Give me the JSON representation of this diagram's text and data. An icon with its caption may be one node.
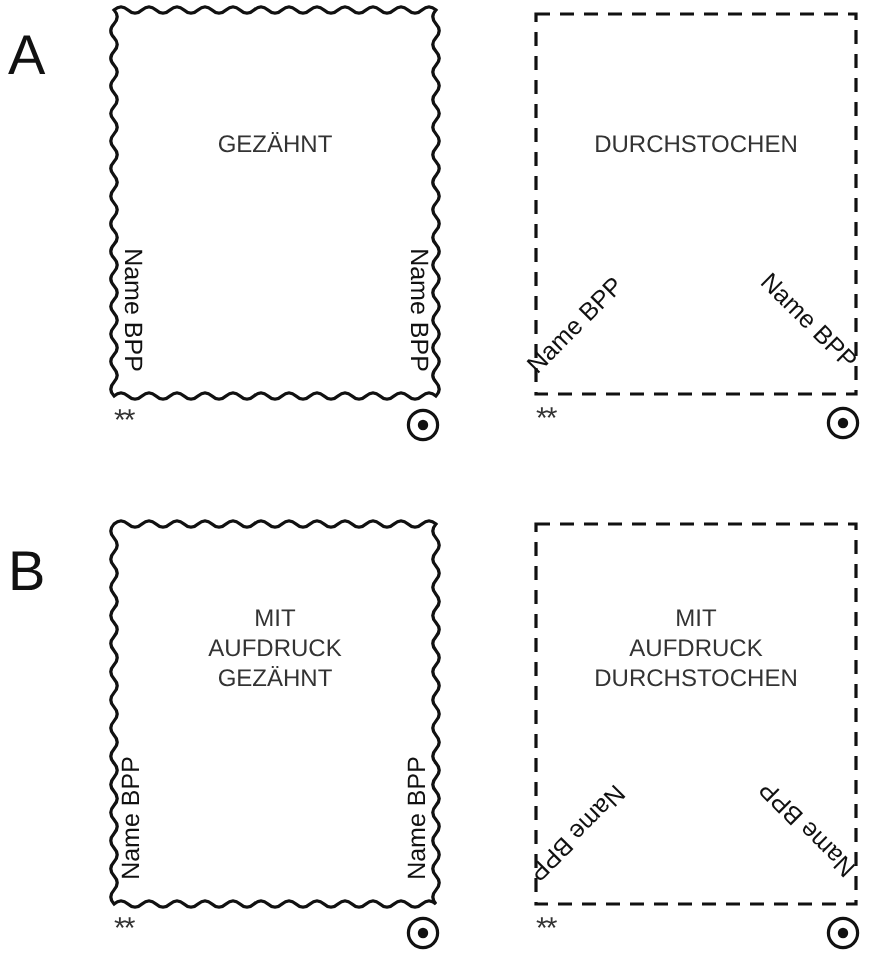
{
  "diagram": {
    "nodes": [
      {
        "text": [
          "GEZÄHNT",
          "Name BPP",
          "Name BPP"
        ],
        "beside": [
          "**"
        ]
      },
      {
        "text": [
          "DURCHSTOCHEN",
          "Name BPP",
          "Name BPP"
        ],
        "beside": [
          "**"
        ]
      },
      {
        "text": [
          "MIT AUFDRUCK GEZÄHNT",
          "Name BPP",
          "Name BPP"
        ],
        "beside": [
          "**"
        ]
      },
      {
        "text": [
          "MIT AUFDRUCK DURCHSTOCHEN",
          "Name BPP",
          "Name BPP"
        ],
        "beside": [
          "**"
        ]
      }
    ],
    "labels": [
      "A",
      "B"
    ]
  }
}
